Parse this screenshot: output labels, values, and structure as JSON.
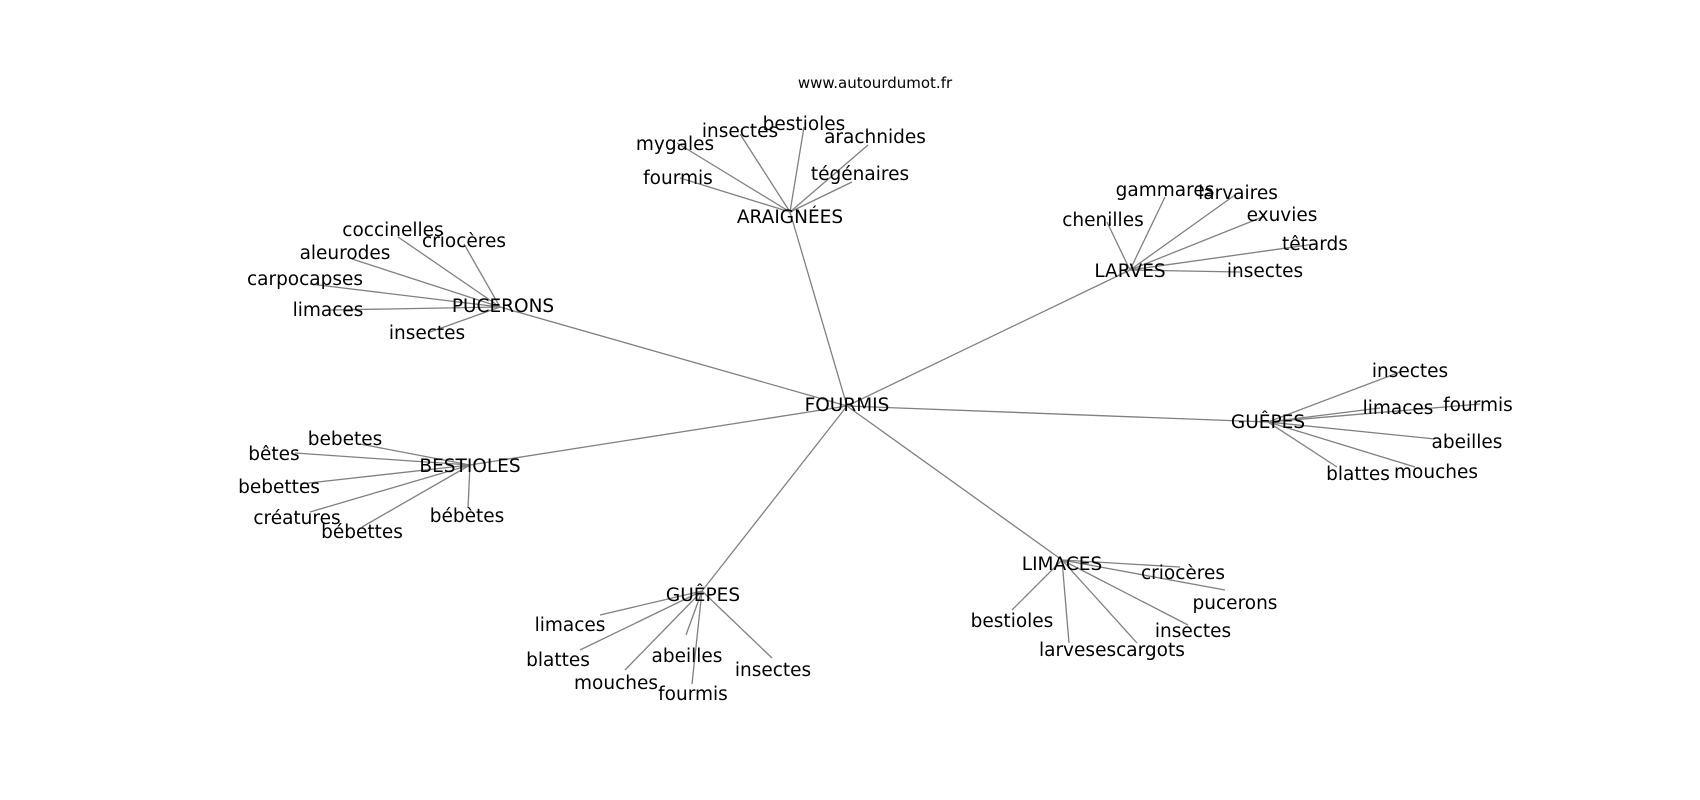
{
  "site": "www.autourdumot.fr",
  "center": "FOURMIS",
  "clusters": [
    {
      "hub": "ARAIGNÉES",
      "leaves": [
        "mygales",
        "insectes",
        "bestioles",
        "arachnides",
        "tégénaires",
        "fourmis"
      ]
    },
    {
      "hub": "PUCERONS",
      "leaves": [
        "coccinelles",
        "criocères",
        "aleurodes",
        "carpocapses",
        "limaces",
        "insectes"
      ]
    },
    {
      "hub": "LARVES",
      "leaves": [
        "gammares",
        "larvaires",
        "chenilles",
        "exuvies",
        "têtards",
        "insectes"
      ]
    },
    {
      "hub": "GUÊPES",
      "leaves": [
        "insectes",
        "limaces",
        "fourmis",
        "abeilles",
        "mouches",
        "blattes"
      ]
    },
    {
      "hub": "BESTIOLES",
      "leaves": [
        "bebetes",
        "bêtes",
        "bebettes",
        "créatures",
        "bébettes",
        "bébètes"
      ]
    },
    {
      "hub": "LIMACES",
      "leaves": [
        "criocères",
        "pucerons",
        "insectes",
        "escargots",
        "larves",
        "bestioles"
      ]
    },
    {
      "hub": "GUÊPES",
      "leaves": [
        "limaces",
        "blattes",
        "abeilles",
        "mouches",
        "fourmis",
        "insectes"
      ]
    }
  ]
}
